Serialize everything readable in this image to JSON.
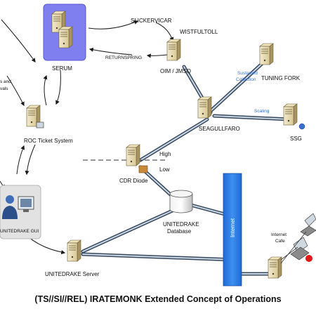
{
  "nodes": {
    "serum": "SERUM",
    "slickervicar": "SLICKERVICAR",
    "wistfultoll": "WISTFULTOLL",
    "returnspring": "RETURNSPRING",
    "oim_jmsq": "OIM / JMSQ",
    "tuning_fork": "TUNING FORK",
    "seagullfaro": "SEAGULLFARO",
    "ssg": "SSG",
    "roc_ticket_system": "ROC Ticket System",
    "cdr_diode": "CDR Diode",
    "unitedrake_gui": "UNITEDRAKE GUI",
    "unitedrake_database_line1": "UNITEDRAKE",
    "unitedrake_database_line2": "Database",
    "unitedrake_server": "UNITEDRAKE Server",
    "internet": "Internet",
    "internet_cafe_line1": "Internet",
    "internet_cafe_line2": "Cafe"
  },
  "link_labels": {
    "sustained_line1": "Sustained",
    "sustained_line2": "Collection",
    "scaling": "Scaling",
    "high": "High",
    "low": "Low",
    "partial_line1": "s and",
    "partial_line2": "vals"
  },
  "caption": "(TS//SI//REL) IRATEMONK Extended Concept of Operations",
  "colors": {
    "server_body": "#e6d9ad",
    "server_side": "#b8a56f",
    "link_dark": "#3a4a5e",
    "link_light": "#c9d6e3",
    "internet_bar": "#2f7fe0",
    "serum_box": "#7f7ff0",
    "gui_box": "#e2e2e2",
    "accent_blue": "#2f6fd6",
    "alert_red": "#e01818"
  }
}
